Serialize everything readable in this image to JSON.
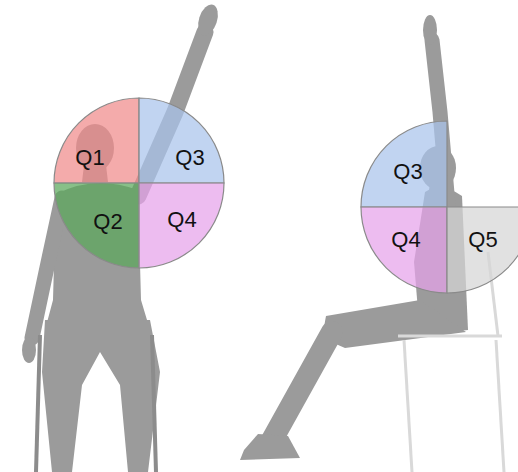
{
  "diagram": {
    "nodes": [
      {
        "text": [
          "Q1"
        ]
      },
      {
        "text": [
          "Q3"
        ]
      },
      {
        "text": [
          "Q2"
        ]
      },
      {
        "text": [
          "Q4"
        ]
      },
      {
        "text": [
          "Q3"
        ]
      },
      {
        "text": [
          "Q4"
        ]
      },
      {
        "text": [
          "Q5"
        ]
      }
    ]
  }
}
